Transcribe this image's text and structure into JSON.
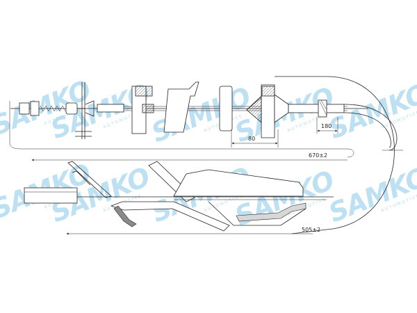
{
  "diagram": {
    "dimensions": {
      "d80": "80",
      "d180": "180",
      "d670": "670±2",
      "d505": "505±2"
    }
  },
  "watermark": {
    "brand": "SAMKO",
    "sub": "AUTOMOTIVE"
  },
  "colors": {
    "watermark": "#a8d6ee",
    "line": "#222222"
  }
}
